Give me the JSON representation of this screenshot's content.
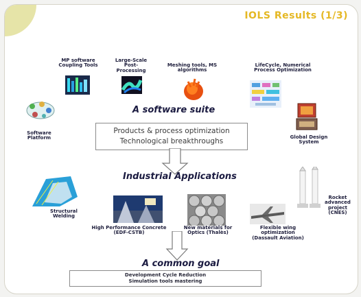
{
  "slide": {
    "title": "IOLS Results (1/3)"
  },
  "suite": {
    "heading": "A software suite",
    "items": [
      {
        "label": "MP software Coupling Tools"
      },
      {
        "label": "Large-Scale Post-Processing"
      },
      {
        "label": "Meshing tools, MS algorithms"
      },
      {
        "label": "LifeCycle, Numerical Process Optimization"
      },
      {
        "label": "Software Platform"
      },
      {
        "label": "Global Design System"
      }
    ],
    "box_line1": "Products & process optimization",
    "box_line2": "Technological breakthroughs"
  },
  "industrial": {
    "heading": "Industrial Applications",
    "items": [
      {
        "label": "Structural Welding"
      },
      {
        "label": "High Performance Concrete (EDF-CSTB)"
      },
      {
        "label": "New materials for Optics (Thalès)"
      },
      {
        "label": "Flexible wing optimization (Dassault Aviation)"
      },
      {
        "label": "Rocket advanced project (CNES)"
      }
    ]
  },
  "goal": {
    "heading": "A common goal",
    "box_line1": "Development Cycle Reduction",
    "box_line2": "Simulation tools mastering"
  },
  "colors": {
    "title": "#e5b824",
    "corner_accent": "#e6e4a8",
    "heading_text": "#1a1a40",
    "arrow_stroke": "#7a7a7a"
  }
}
